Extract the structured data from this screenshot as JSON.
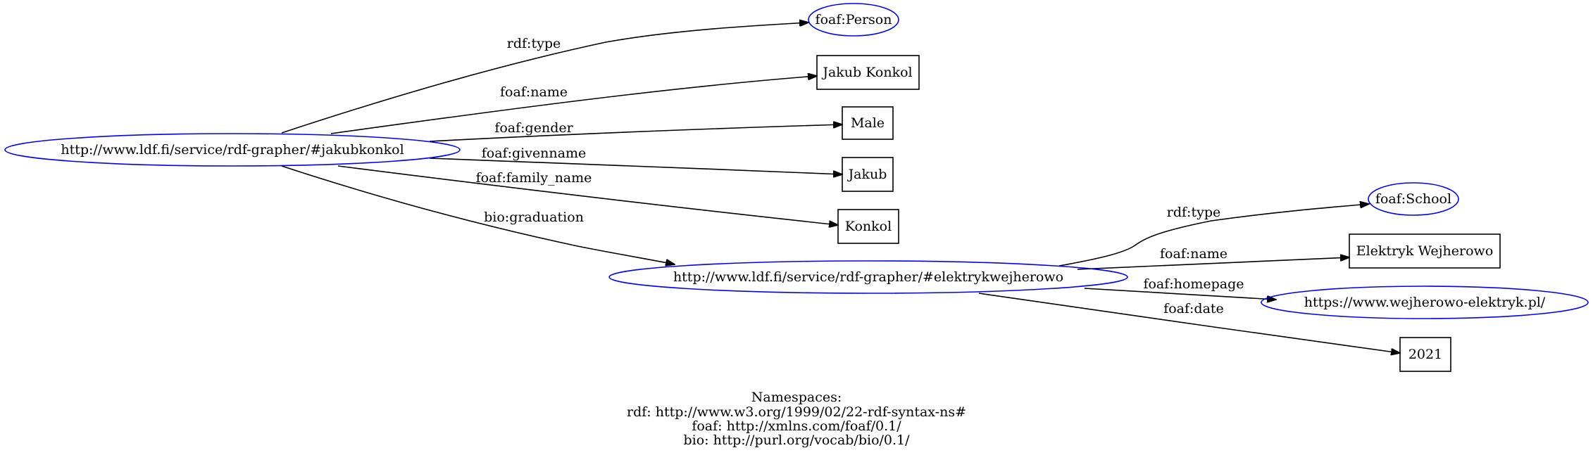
{
  "colors": {
    "uri_node_stroke": "#0000ff",
    "literal_node_stroke": "#000000",
    "edge": "#000000",
    "background": "#ffffff"
  },
  "nodes": {
    "jakubkonkol": "http://www.ldf.fi/service/rdf-grapher/#jakubkonkol",
    "person": "foaf:Person",
    "jakub_konkol": "Jakub Konkol",
    "male": "Male",
    "jakub": "Jakub",
    "konkol": "Konkol",
    "elektrykwejherowo": "http://www.ldf.fi/service/rdf-grapher/#elektrykwejherowo",
    "school": "foaf:School",
    "elektryk_wejherowo": "Elektryk Wejherowo",
    "homepage_url": "https://www.wejherowo-elektryk.pl/",
    "year": "2021"
  },
  "edges": {
    "jk_type": "rdf:type",
    "jk_name": "foaf:name",
    "jk_gender": "foaf:gender",
    "jk_givenname": "foaf:givenname",
    "jk_family_name": "foaf:family_name",
    "jk_graduation": "bio:graduation",
    "ew_type": "rdf:type",
    "ew_name": "foaf:name",
    "ew_homepage": "foaf:homepage",
    "ew_date": "foaf:date"
  },
  "namespaces": {
    "heading": "Namespaces:",
    "lines": [
      "rdf: http://www.w3.org/1999/02/22-rdf-syntax-ns#",
      "foaf: http://xmlns.com/foaf/0.1/",
      "bio: http://purl.org/vocab/bio/0.1/"
    ]
  }
}
